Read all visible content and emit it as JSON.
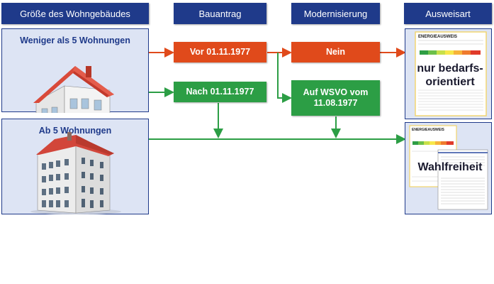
{
  "headers": {
    "size": "Größe des Wohngebäudes",
    "permit": "Bauantrag",
    "modernization": "Modernisierung",
    "certificate_type": "Ausweisart"
  },
  "rows": {
    "small": {
      "label": "Weniger als 5 Wohnungen"
    },
    "large": {
      "label": "Ab 5 Wohnungen"
    }
  },
  "boxes": {
    "before": "Vor 01.11.1977",
    "after": "Nach 01.11.1977",
    "no": "Nein",
    "wsvo": "Auf WSVO vom 11.08.1977"
  },
  "results": {
    "demand_only": "nur bedarfs-orientiert",
    "free_choice": "Wahlfreiheit"
  },
  "doc_texts": {
    "title": "ENERGIEAUSWEIS"
  },
  "colors": {
    "header_blue": "#1f3a8a",
    "panel_bg": "#dde4f4",
    "red": "#e04a1b",
    "green": "#2c9e45"
  }
}
